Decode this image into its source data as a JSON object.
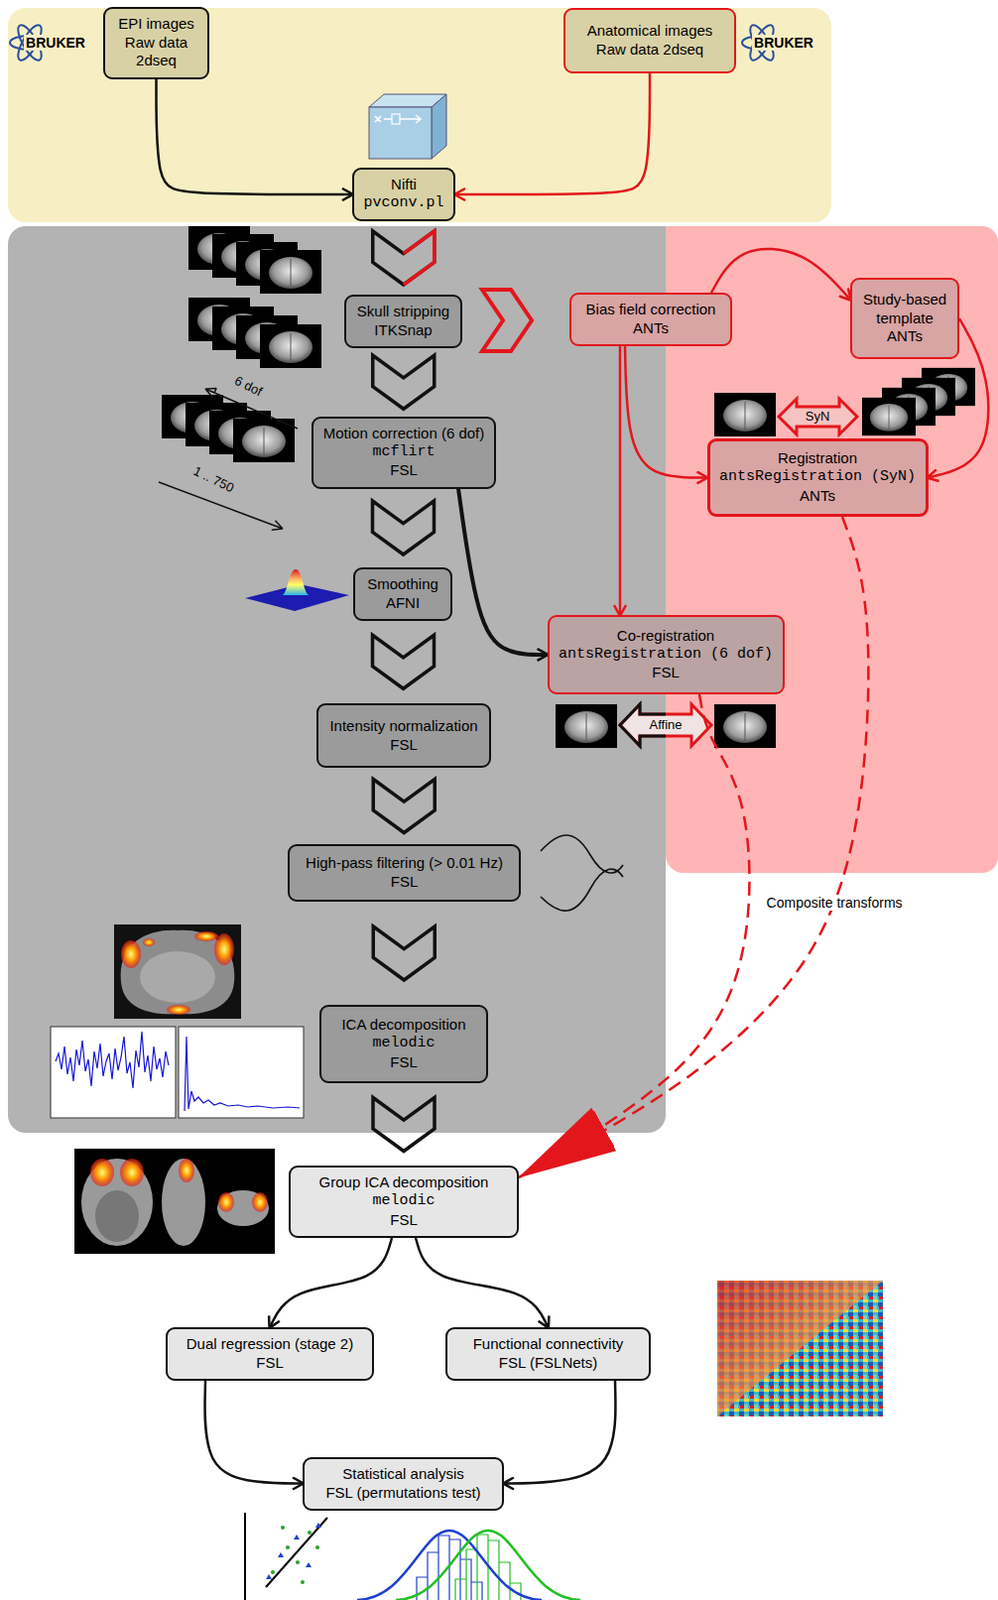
{
  "diagram": {
    "nodes": [
      {
        "text": [
          "EPI images Raw data 2dseq"
        ]
      },
      {
        "text": [
          "Anatomical images Raw data 2dseq"
        ]
      },
      {
        "text": [
          "Nifti",
          "pvconv.pl"
        ]
      },
      {
        "text": [
          "Skull stripping",
          "ITKSnap"
        ]
      },
      {
        "text": [
          "Bias field correction",
          "ANTs"
        ]
      },
      {
        "text": [
          "Study-based template",
          "ANTs"
        ]
      },
      {
        "text": [
          "Motion correction (6 dof)",
          "mcflirt",
          "FSL"
        ]
      },
      {
        "text": [
          "Registration",
          "antsRegistration (SyN)",
          "ANTs"
        ]
      },
      {
        "text": [
          "Smoothing",
          "AFNI"
        ]
      },
      {
        "text": [
          "Co-registration",
          "antsRegistration (6 dof)",
          "FSL"
        ]
      },
      {
        "text": [
          "Intensity normalization",
          "FSL"
        ]
      },
      {
        "text": [
          "High-pass filtering (> 0.01 Hz)",
          "FSL"
        ]
      },
      {
        "text": [
          "ICA decomposition",
          "melodic",
          "FSL"
        ]
      },
      {
        "text": [
          "Group ICA decomposition",
          "melodic",
          "FSL"
        ]
      },
      {
        "text": [
          "Dual regression (stage 2)",
          "FSL"
        ]
      },
      {
        "text": [
          "Functional connectivity",
          "FSL (FSLNets)"
        ]
      },
      {
        "text": [
          "Statistical analysis",
          "FSL (permutations test)"
        ]
      }
    ],
    "edges": [
      {
        "from": 0,
        "to": 2,
        "arrow": "to"
      },
      {
        "from": 1,
        "to": 2,
        "arrow": "to"
      },
      {
        "from": 2,
        "to": 3,
        "arrow": "to"
      },
      {
        "from": 3,
        "to": 4,
        "arrow": "to"
      },
      {
        "from": 4,
        "to": 5,
        "arrow": "to"
      },
      {
        "from": 4,
        "to": 7,
        "arrow": "to"
      },
      {
        "from": 5,
        "to": 7,
        "arrow": "to"
      },
      {
        "from": 3,
        "to": 6,
        "arrow": "to"
      },
      {
        "from": 6,
        "to": 8,
        "arrow": "to"
      },
      {
        "from": 6,
        "to": 9,
        "arrow": "to"
      },
      {
        "from": 4,
        "to": 9,
        "arrow": "to"
      },
      {
        "from": 8,
        "to": 10,
        "arrow": "to"
      },
      {
        "from": 10,
        "to": 11,
        "arrow": "to"
      },
      {
        "from": 11,
        "to": 12,
        "arrow": "to"
      },
      {
        "from": 12,
        "to": 13,
        "arrow": "to"
      },
      {
        "from": 7,
        "to": 13,
        "label": "Composite transforms",
        "arrow": "to"
      },
      {
        "from": 9,
        "to": 13,
        "arrow": "to"
      },
      {
        "from": 13,
        "to": 14,
        "arrow": "to"
      },
      {
        "from": 13,
        "to": 15,
        "arrow": "to"
      },
      {
        "from": 14,
        "to": 16,
        "arrow": "to"
      },
      {
        "from": 15,
        "to": 16,
        "arrow": "to"
      }
    ],
    "labels": [
      "BRUKER",
      "BRUKER",
      "6 dof",
      "1 .. 750",
      "SyN",
      "Affine"
    ]
  }
}
